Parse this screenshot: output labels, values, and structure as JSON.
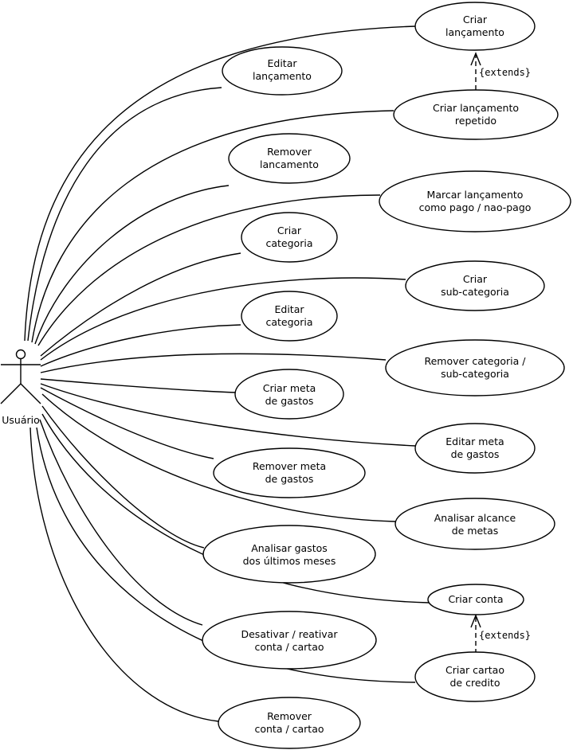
{
  "actor": {
    "name": "Usuário"
  },
  "use_cases": [
    {
      "id": "uc1",
      "lines": [
        "Criar",
        "lançamento"
      ]
    },
    {
      "id": "uc2",
      "lines": [
        "Editar",
        "lançamento"
      ]
    },
    {
      "id": "uc3",
      "lines": [
        "Criar lançamento",
        "repetido"
      ]
    },
    {
      "id": "uc4",
      "lines": [
        "Remover",
        "lancamento"
      ]
    },
    {
      "id": "uc5",
      "lines": [
        "Marcar lançamento",
        "como pago / nao-pago"
      ]
    },
    {
      "id": "uc6",
      "lines": [
        "Criar",
        "categoria"
      ]
    },
    {
      "id": "uc7",
      "lines": [
        "Criar",
        "sub-categoria"
      ]
    },
    {
      "id": "uc8",
      "lines": [
        "Editar",
        "categoria"
      ]
    },
    {
      "id": "uc9",
      "lines": [
        "Remover categoria /",
        "sub-categoria"
      ]
    },
    {
      "id": "uc10",
      "lines": [
        "Criar meta",
        "de gastos"
      ]
    },
    {
      "id": "uc11",
      "lines": [
        "Editar meta",
        "de gastos"
      ]
    },
    {
      "id": "uc12",
      "lines": [
        "Remover meta",
        "de gastos"
      ]
    },
    {
      "id": "uc13",
      "lines": [
        "Analisar alcance",
        "de metas"
      ]
    },
    {
      "id": "uc14",
      "lines": [
        "Analisar gastos",
        "dos últimos meses"
      ]
    },
    {
      "id": "uc15",
      "lines": [
        "Criar conta"
      ]
    },
    {
      "id": "uc16",
      "lines": [
        "Desativar / reativar",
        "conta / cartao"
      ]
    },
    {
      "id": "uc17",
      "lines": [
        "Criar cartao",
        "de credito"
      ]
    },
    {
      "id": "uc18",
      "lines": [
        "Remover",
        "conta / cartao"
      ]
    }
  ],
  "extends": [
    {
      "from": "uc3",
      "to": "uc1",
      "label": "{extends}"
    },
    {
      "from": "uc17",
      "to": "uc15",
      "label": "{extends}"
    }
  ]
}
